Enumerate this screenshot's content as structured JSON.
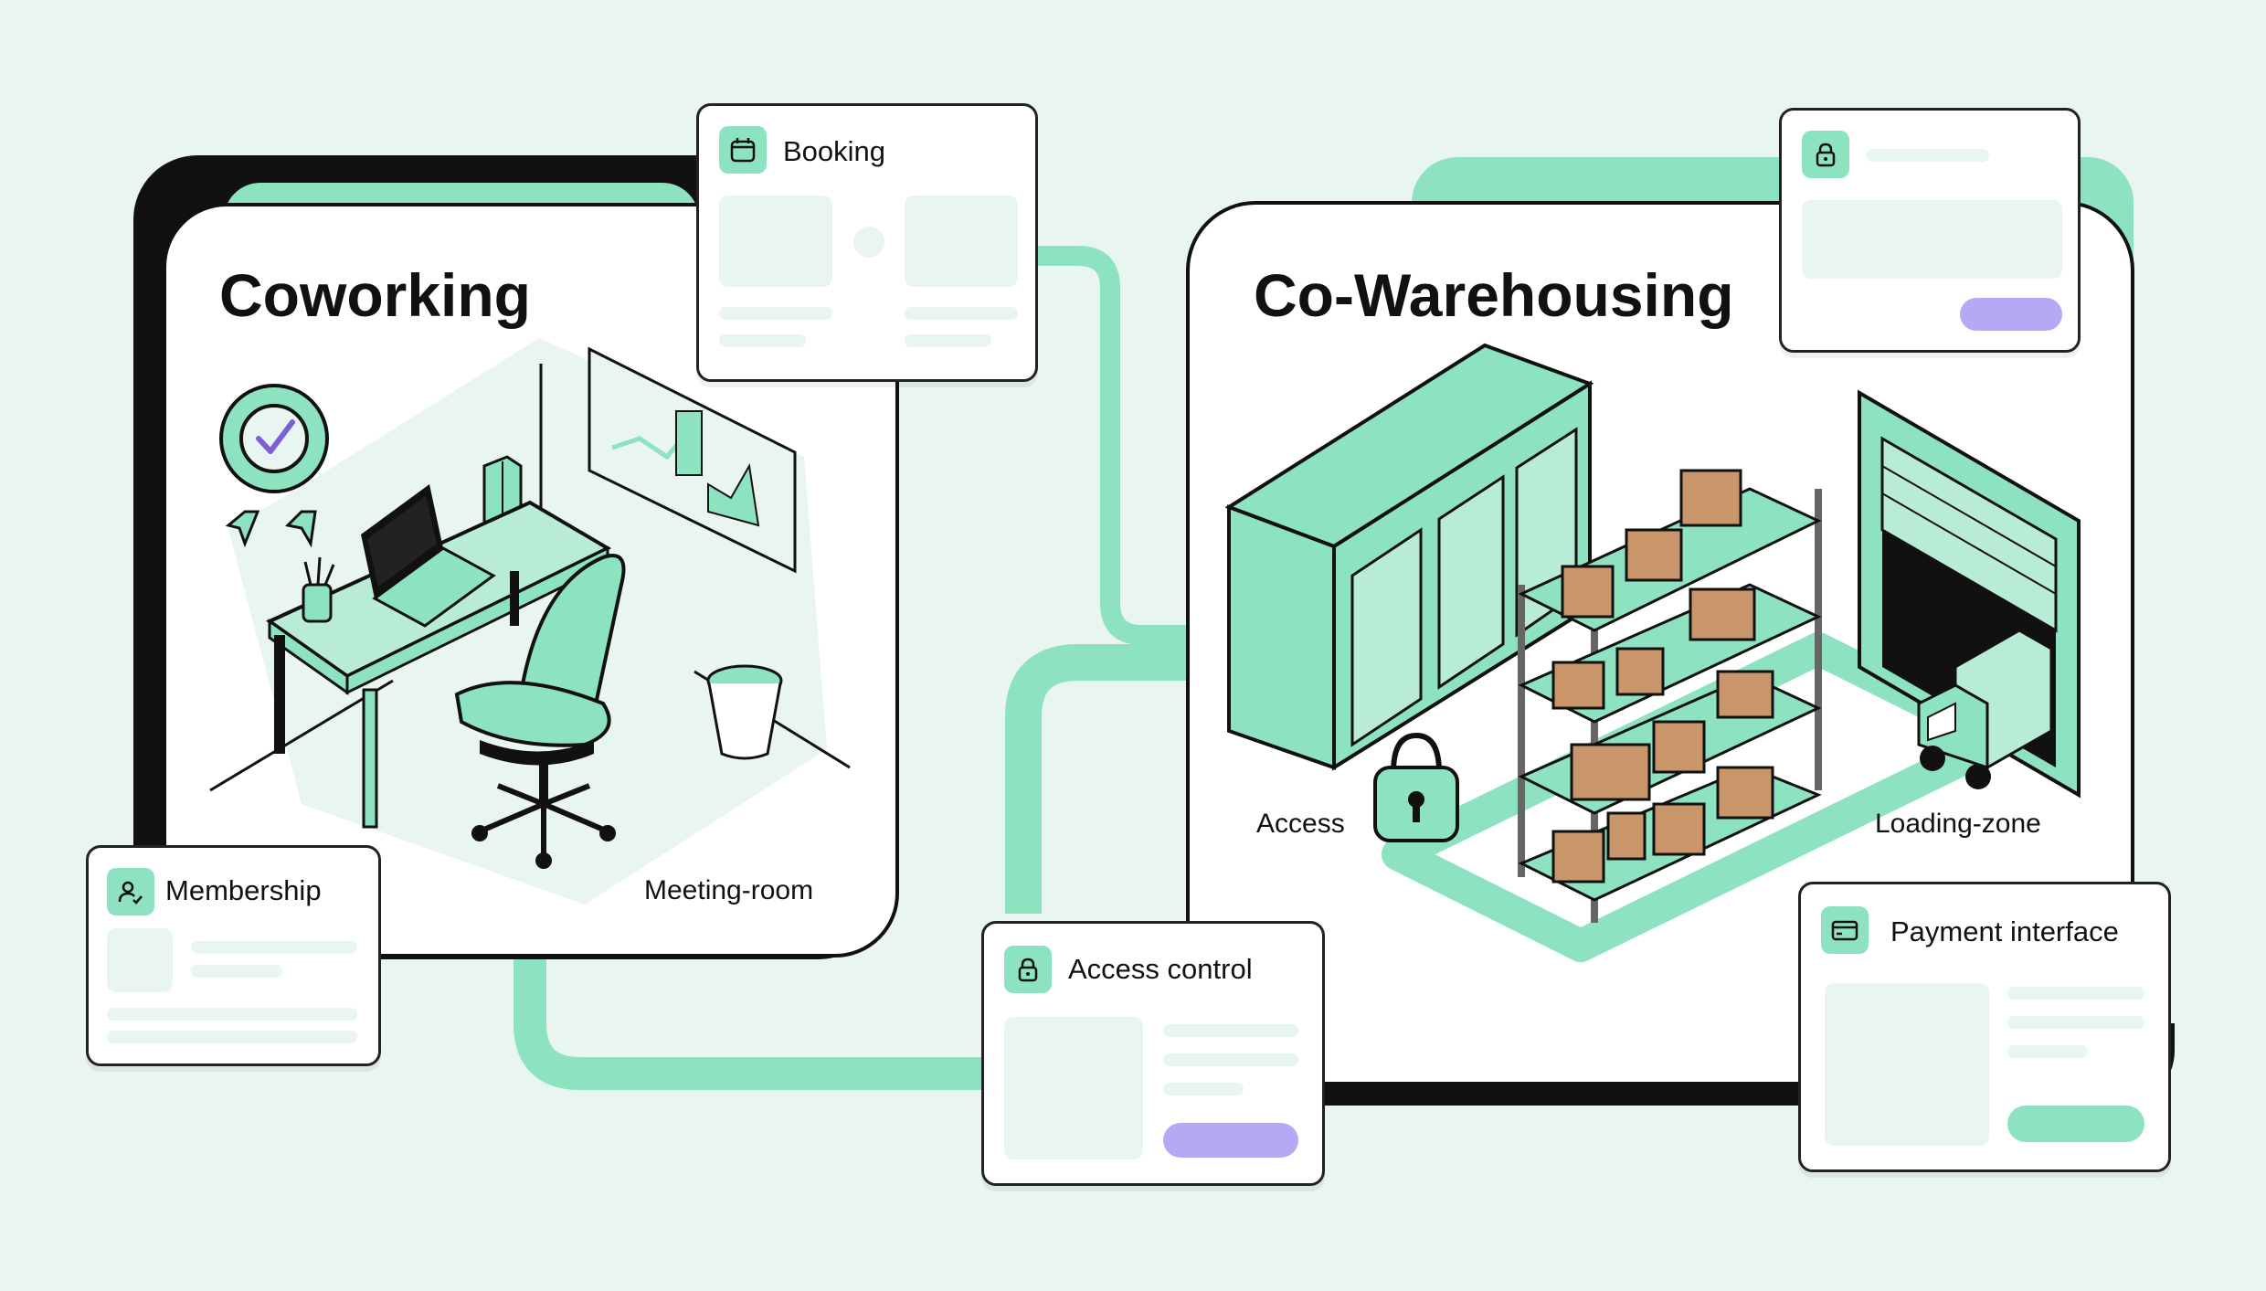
{
  "panels": {
    "coworking": {
      "title": "Coworking",
      "label": "Meeting-room"
    },
    "warehousing": {
      "title": "Co-Warehousing",
      "label_access": "Access",
      "label_loading": "Loading-zone"
    }
  },
  "cards": {
    "booking": {
      "title": "Booking",
      "icon": "calendar-icon"
    },
    "membership": {
      "title": "Membership",
      "icon": "user-icon"
    },
    "access_control": {
      "title": "Access control",
      "icon": "lock-icon"
    },
    "payment": {
      "title": "Payment interface",
      "icon": "credit-card-icon"
    },
    "lock_card": {
      "icon": "lock-icon"
    }
  },
  "colors": {
    "background": "#e8f5f0",
    "mint": "#8de2bf",
    "mint_light": "#b9ecd5",
    "purple": "#b3a9f5",
    "box": "#c9966b",
    "outline": "#111111"
  }
}
